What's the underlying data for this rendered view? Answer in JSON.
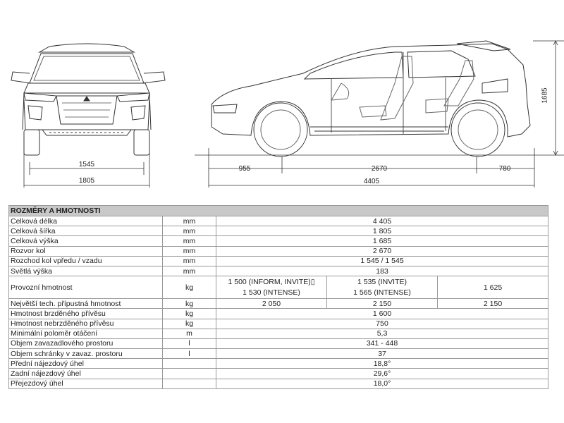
{
  "dimensions": {
    "front_track": "1545",
    "front_width": "1805",
    "front_overhang": "955",
    "wheelbase": "2670",
    "rear_overhang": "780",
    "overall_length": "4405",
    "overall_height": "1685"
  },
  "table": {
    "header": "ROZMĚRY A HMOTNOSTI",
    "rows": [
      {
        "label": "Celková délka",
        "unit": "mm",
        "value": "4 405"
      },
      {
        "label": "Celková šířka",
        "unit": "mm",
        "value": "1 805"
      },
      {
        "label": "Celková výška",
        "unit": "mm",
        "value": "1 685"
      },
      {
        "label": "Rozvor kol",
        "unit": "mm",
        "value": "2 670"
      },
      {
        "label": "Rozchod kol vpředu / vzadu",
        "unit": "mm",
        "value": "1 545 / 1 545"
      },
      {
        "label": "Světlá výška",
        "unit": "mm",
        "value": "183"
      }
    ],
    "weight_row": {
      "label": "Provozní hmotnost",
      "unit": "kg",
      "col1_top": "1 500 (INFORM, INVITE)▯",
      "col1_bottom": "1 530 (INTENSE)",
      "col2_top": "1 535 (INVITE)",
      "col2_bottom": "1 565 (INTENSE)",
      "col3": "1 625"
    },
    "max_weight_row": {
      "label": "Největší tech. přípustná hmotnost",
      "unit": "kg",
      "col1": "2 050",
      "col2": "2 150",
      "col3": "2 150"
    },
    "rows2": [
      {
        "label": "Hmotnost brzděného přívěsu",
        "unit": "kg",
        "value": "1 600"
      },
      {
        "label": "Hmotnost nebrzděného přívěsu",
        "unit": "kg",
        "value": "750"
      },
      {
        "label": "Minimální poloměr otáčení",
        "unit": "m",
        "value": "5,3"
      },
      {
        "label": "Objem zavazadlového prostoru",
        "unit": "l",
        "value": "341 - 448"
      },
      {
        "label": "Objem schránky v zavaz. prostoru",
        "unit": "l",
        "value": "37"
      },
      {
        "label": "Přední nájezdový úhel",
        "unit": "",
        "value": "18,8°"
      },
      {
        "label": "Zadní nájezdový úhel",
        "unit": "",
        "value": "29,6°"
      },
      {
        "label": "Přejezdový úhel",
        "unit": "",
        "value": "18,0°"
      }
    ]
  }
}
